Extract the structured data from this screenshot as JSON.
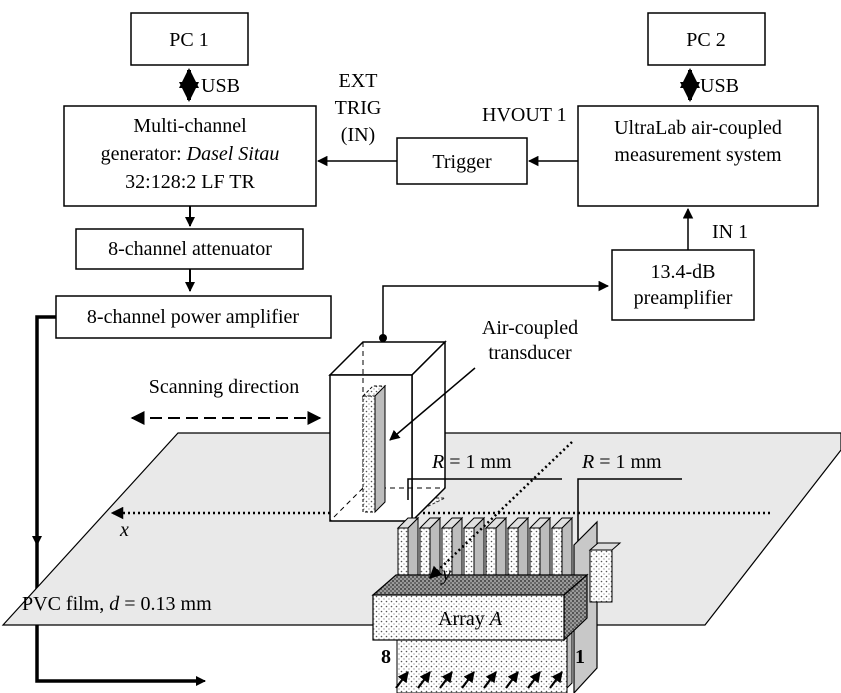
{
  "blocks": {
    "pc1": "PC 1",
    "pc2": "PC 2",
    "usb_left": "USB",
    "usb_right": "USB",
    "generator_line1": "Multi-channel",
    "generator_line2_prefix": "generator: ",
    "generator_line2_italic": "Dasel Sitau",
    "generator_line3": "32:128:2 LF TR",
    "attenuator": "8-channel attenuator",
    "power_amplifier": "8-channel power amplifier",
    "trigger": "Trigger",
    "ultralab_line1": "UltraLab air-coupled",
    "ultralab_line2": "measurement system",
    "preamp_line1": "13.4-dB",
    "preamp_line2": "preamplifier"
  },
  "signals": {
    "ext_trig_1": "EXT",
    "ext_trig_2": "TRIG",
    "ext_trig_3": "(IN)",
    "hvout": "HVOUT 1",
    "in1": "IN 1"
  },
  "scene": {
    "air_coupled_1": "Air-coupled",
    "air_coupled_2": "transducer",
    "scanning_direction": "Scanning direction",
    "r_left_italic": "R",
    "r_left_rest": " = 1 mm",
    "r_right_italic": "R",
    "r_right_rest": " = 1 mm",
    "x_axis": "x",
    "y_axis": "y",
    "pvc_prefix": "PVC film, ",
    "pvc_italic": "d",
    "pvc_rest": " = 0.13 mm",
    "array_prefix": "Array ",
    "array_italic": "A",
    "element_8": "8",
    "element_1": "1"
  }
}
